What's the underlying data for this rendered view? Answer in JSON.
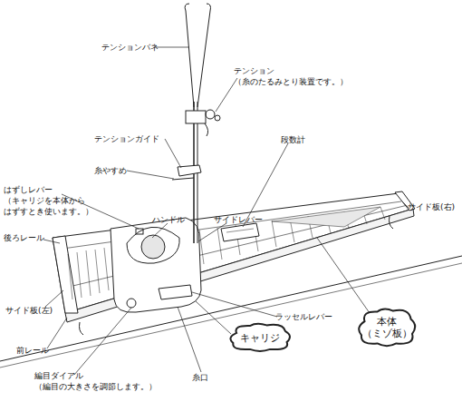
{
  "diagram": {
    "nodes": [
      {
        "text": [
          "キャリジ"
        ]
      },
      {
        "text": [
          "本体 （ミゾ板）"
        ]
      }
    ],
    "labels": [
      "テンションバネ",
      "テンション （糸のたるみとり装置です。）",
      "テンションガイド",
      "段数計",
      "糸やすめ",
      "はずしレバー （キャリジを本体から はずすとき使います。）",
      "ハンドル",
      "サイドレバー",
      "サイド板(右)",
      "後ろレール",
      "サイド板(左)",
      "ラッセルレバー",
      "前レール",
      "糸口",
      "編目ダイアル （編目の大きさを調節します。）"
    ]
  }
}
